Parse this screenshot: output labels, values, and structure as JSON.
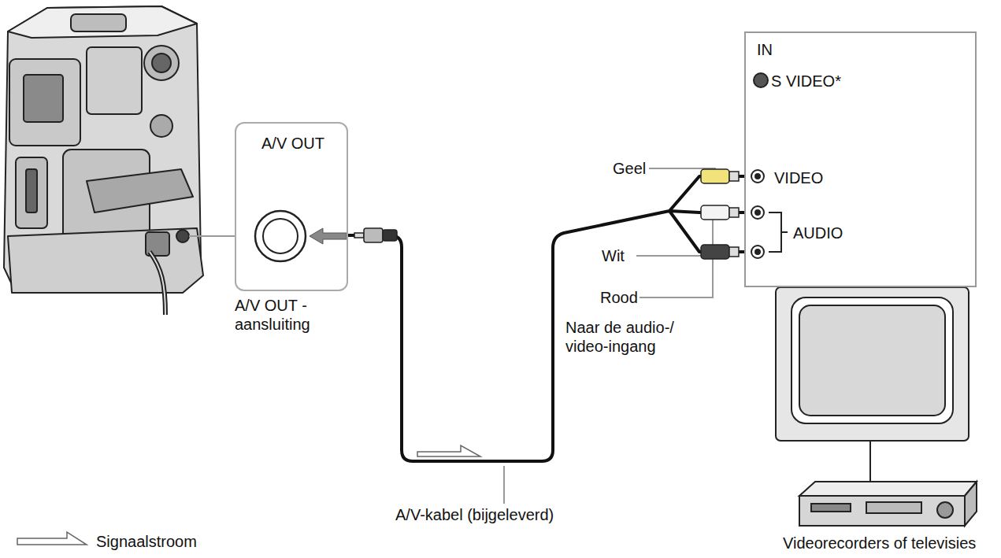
{
  "diagram": {
    "nodes": [
      {
        "text": [
          "A/V OUT"
        ]
      },
      {
        "text": [
          "IN",
          "S VIDEO*",
          "VIDEO",
          "AUDIO"
        ]
      }
    ],
    "edges": [
      {
        "from": 0,
        "to": 1,
        "arrow": "none"
      }
    ],
    "labels": [
      "A/V OUT -aansluiting",
      "Geel",
      "Wit",
      "Rood",
      "Naar de audio-/ video-ingang",
      "A/V-kabel (bijgeleverd)",
      "Videorecorders of televisies"
    ],
    "legend": [
      {
        "text": "Signaalstroom"
      }
    ]
  }
}
